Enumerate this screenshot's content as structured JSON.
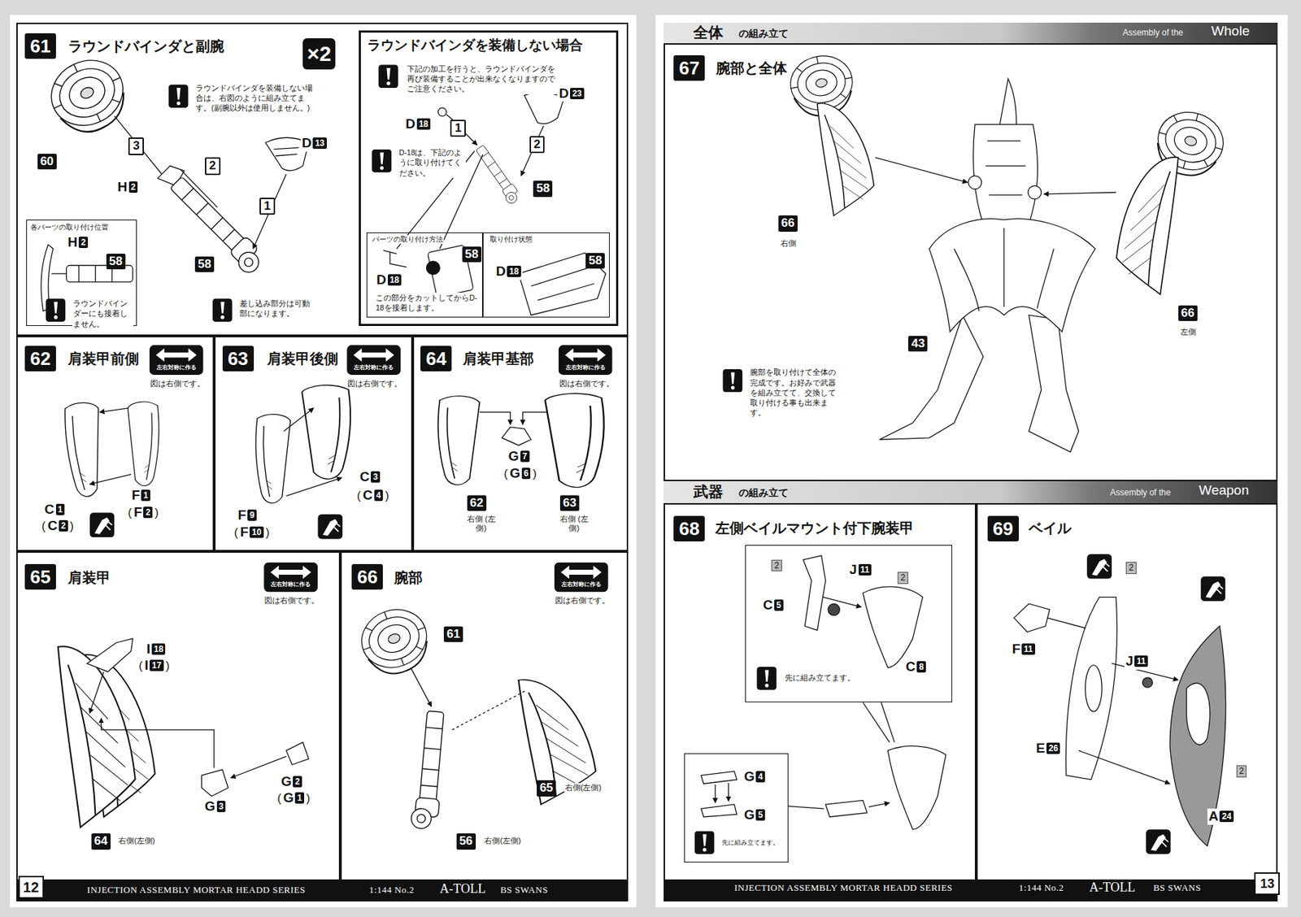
{
  "diagram": {
    "nodes": [
      {
        "text": [
          "61",
          "ラウンドバインダと副腕"
        ]
      },
      {
        "text": [
          "各パーツの取り付け位置"
        ],
        "in": 0
      },
      {
        "text": [
          "ラウンドバインダを装備しない場合"
        ],
        "in": 0
      },
      {
        "text": [
          "パーツの取り付け方法"
        ],
        "in": 2
      },
      {
        "text": [
          "取り付け状態"
        ],
        "in": 2
      },
      {
        "text": [
          "62",
          "肩装甲前側"
        ]
      },
      {
        "text": [
          "63",
          "肩装甲後側"
        ]
      },
      {
        "text": [
          "64",
          "肩装甲基部"
        ]
      },
      {
        "text": [
          "65",
          "肩装甲"
        ]
      },
      {
        "text": [
          "66",
          "腕部"
        ]
      },
      {
        "text": [
          "12",
          "INJECTION ASSEMBLY MORTAR HEADD SERIES",
          "1:144 No.2",
          "A-TOLL",
          "BS SWANS"
        ]
      },
      {
        "text": [
          "全体",
          "の組み立て",
          "Assembly of the",
          "Whole"
        ]
      },
      {
        "text": [
          "67",
          "腕部と全体"
        ]
      },
      {
        "text": [
          "武器",
          "の組み立て",
          "Assembly of the",
          "Weapon"
        ]
      },
      {
        "text": [
          "68",
          "左側ベイルマウント付下腕装甲"
        ]
      },
      {
        "text": [
          "先に組み立てます。"
        ],
        "in": 14
      },
      {
        "text": [
          "先に組み立てます。"
        ],
        "in": 14
      },
      {
        "text": [
          "69",
          "ベイル"
        ]
      },
      {
        "text": [
          "INJECTION ASSEMBLY MORTAR HEADD SERIES",
          "1:144 No.2",
          "A-TOLL",
          "BS SWANS",
          "13"
        ]
      }
    ],
    "labels": [
      "×2",
      "ラウンドバインダを装備しない場合は、右図のように組み立てます。(副腕以外は使用しません。)",
      "D13",
      "1",
      "2",
      "3",
      "60",
      "H2",
      "58",
      "差し込み部分は可動部になります。",
      "H2",
      "58",
      "ラウンドバインダーにも接着しません。",
      "下記の加工を行うと、ラウンドバインダを再び装備することが出来なくなりますのでご注意ください。",
      "D23",
      "D18",
      "1",
      "2",
      "D-18は、下記のように取り付けてください。",
      "58",
      "58",
      "D18",
      "この部分をカットしてからD-18を接着します。",
      "D18",
      "58",
      "左右対称に作る",
      "図は右側です。",
      "C1",
      "(C2)",
      "F1",
      "(F2)",
      "左右対称に作る",
      "図は右側です。",
      "C3",
      "(C4)",
      "F9",
      "(F10)",
      "左右対称に作る",
      "図は右側です。",
      "G7",
      "(G6)",
      "62",
      "右側 (左側)",
      "63",
      "右側 (左側)",
      "左右対称に作る",
      "図は右側です。",
      "I18",
      "(I17)",
      "G2",
      "(G1)",
      "G3",
      "64",
      "右側(左側)",
      "左右対称に作る",
      "図は右側です。",
      "61",
      "65",
      "右側(左側)",
      "56",
      "右側(左側)",
      "66",
      "右側",
      "66",
      "左側",
      "43",
      "腕部を取り付けて全体の完成です。お好みで武器を組み立てて、交換して取り付ける事も出来ます。",
      "2",
      "J11",
      "2",
      "C5",
      "C8",
      "G4",
      "G5",
      "2",
      "F11",
      "J11",
      "E26",
      "2",
      "A24"
    ]
  }
}
